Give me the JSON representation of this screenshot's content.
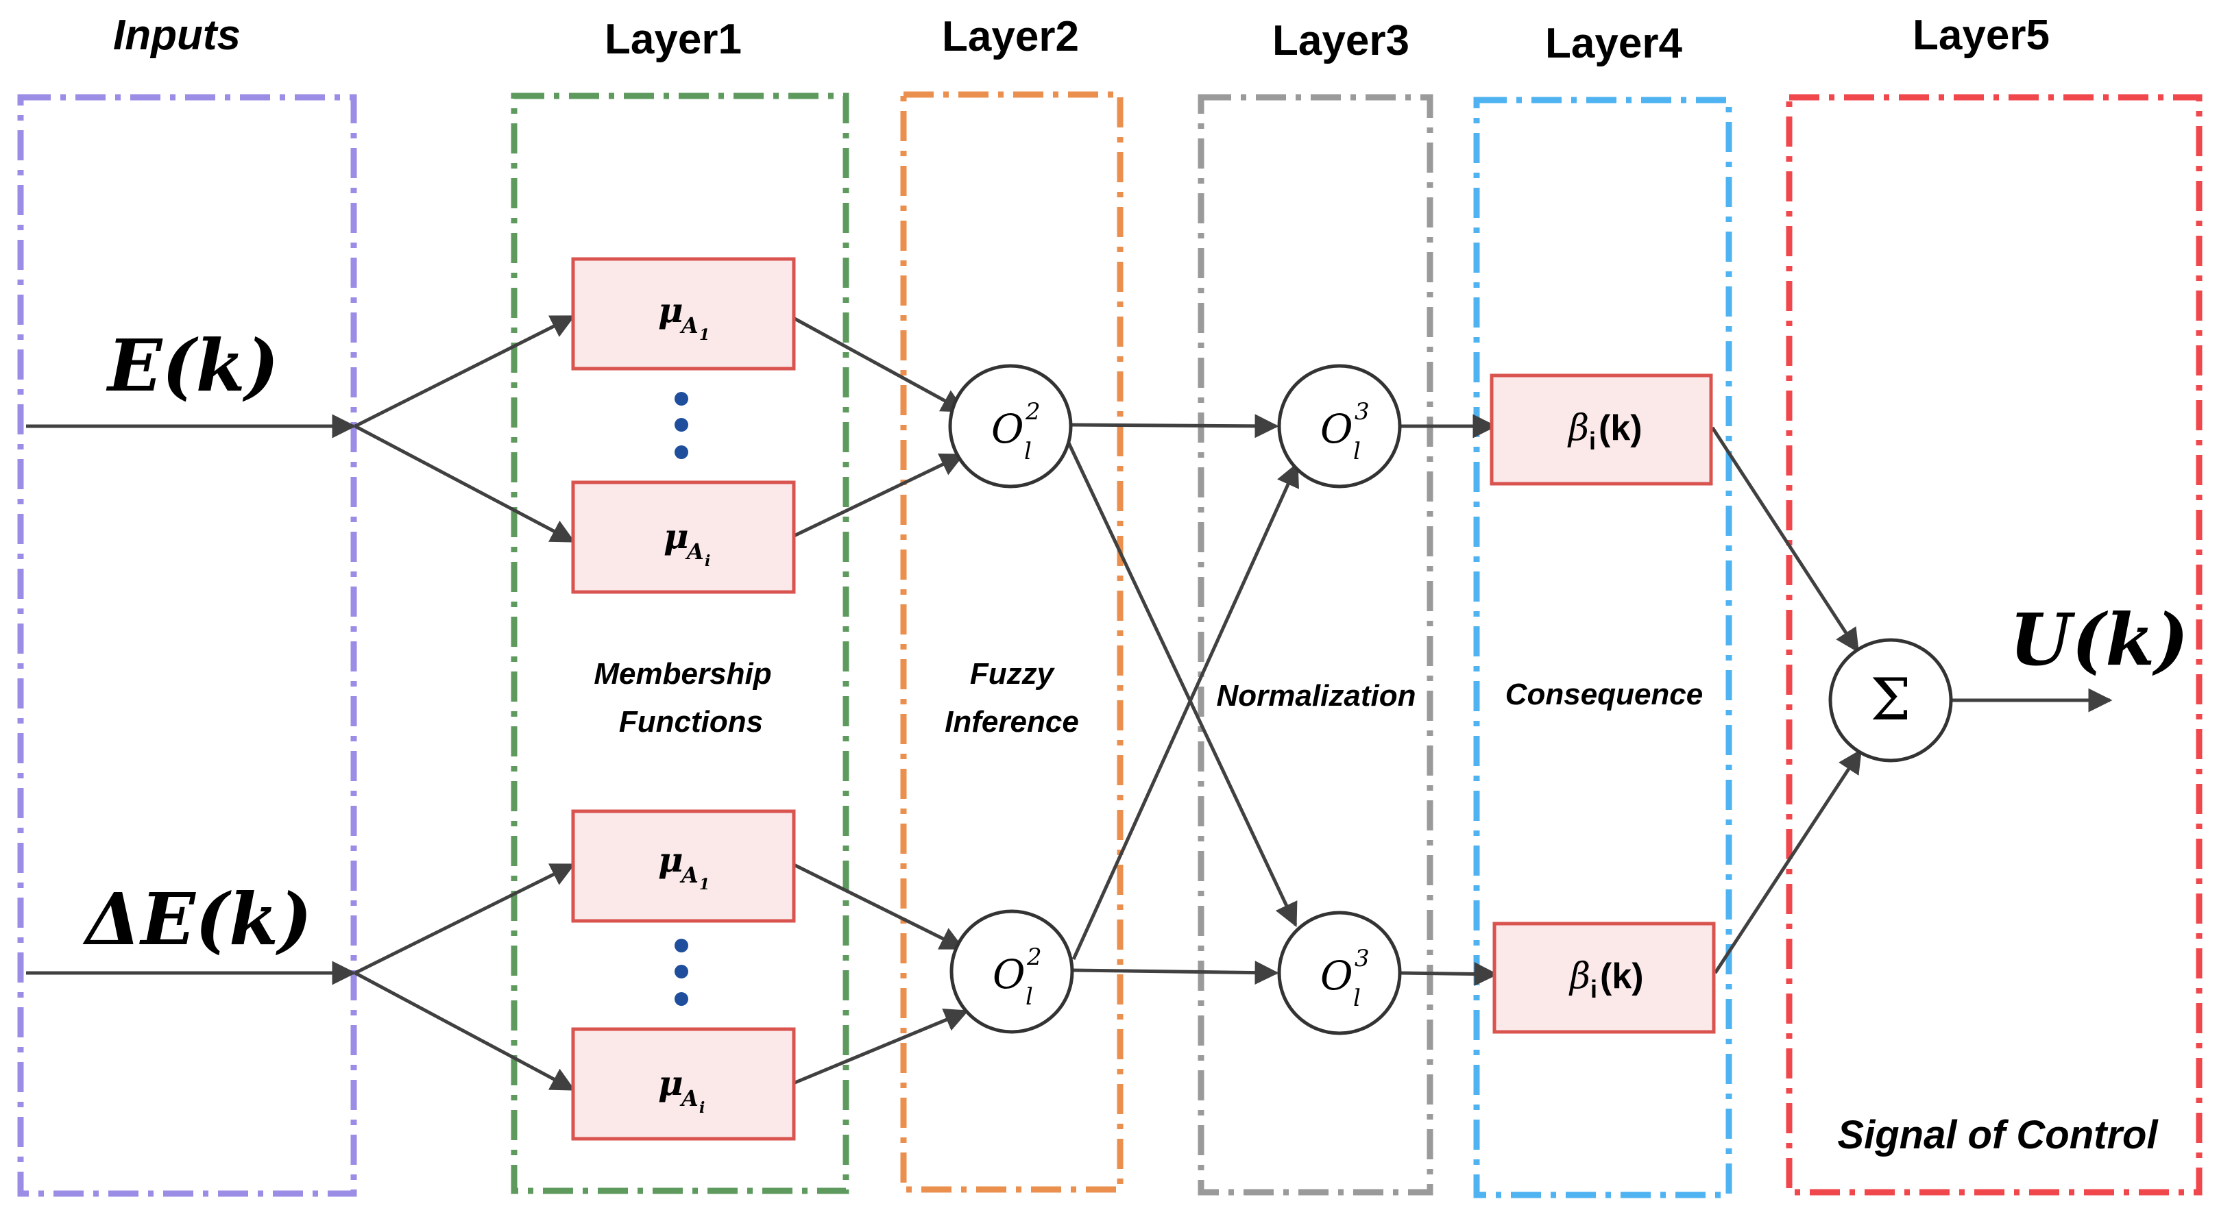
{
  "headers": {
    "inputs": "Inputs",
    "layer1": "Layer1",
    "layer2": "Layer2",
    "layer3": "Layer3",
    "layer4": "Layer4",
    "layer5": "Layer5"
  },
  "captions": {
    "membership_line1": "Membership",
    "membership_line2": "Functions",
    "fuzzy_line1": "Fuzzy",
    "fuzzy_line2": "Inference",
    "normalization": "Normalization",
    "consequence": "Consequence",
    "signal": "Signal of Control"
  },
  "inputs": {
    "e": "E(k)",
    "de": "ΔE(k)"
  },
  "output": "U(k)",
  "membership": {
    "mu": "μ",
    "sub_a1": "A",
    "sub_a1_idx": "1",
    "sub_ai": "A",
    "sub_ai_idx": "i"
  },
  "layer2_node": {
    "base": "O",
    "sub": "l",
    "sup": "2"
  },
  "layer3_node": {
    "base": "O",
    "sub": "l",
    "sup": "3"
  },
  "layer4_node": {
    "label": "βi(k)",
    "beta": "β",
    "idx": "i",
    "arg": "(k)"
  },
  "sum_symbol": "Σ",
  "colors": {
    "inputs": "#9b8de6",
    "layer1": "#5e9a5e",
    "layer2": "#ea8f4e",
    "layer3": "#9a9a9a",
    "layer4": "#4fb3f2",
    "layer5": "#f0474c",
    "fuzzy_box_fill": "#fbe9ea",
    "fuzzy_box_border": "#d9534f"
  }
}
